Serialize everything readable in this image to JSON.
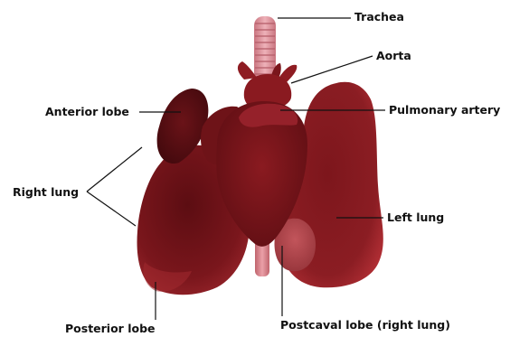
{
  "labels": {
    "trachea": "Trachea",
    "aorta": "Aorta",
    "pulmonary_artery": "Pulmonary artery",
    "anterior_lobe": "Anterior lobe",
    "right_lung": "Right lung",
    "left_lung": "Left lung",
    "posterior_lobe": "Posterior lobe",
    "postcaval_lobe": "Postcaval lobe (right lung)"
  },
  "colors": {
    "lung_dark": "#6e1015",
    "lung_mid": "#8e1c22",
    "heart": "#8a1a20",
    "trachea": "#e6a0a8",
    "postcaval_vein": "#e08a92",
    "leader_line": "#111111"
  }
}
